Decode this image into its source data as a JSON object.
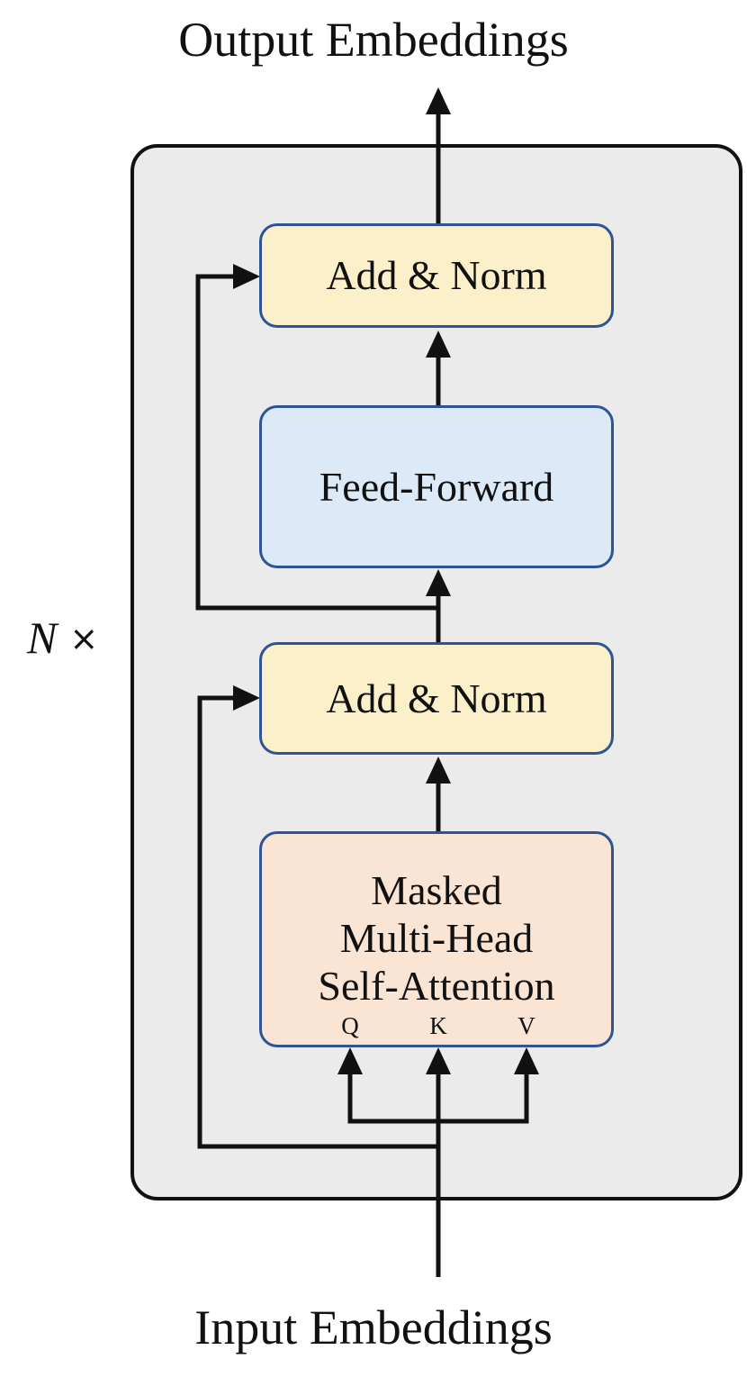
{
  "diagram": {
    "title_top": "Output Embeddings",
    "title_bottom": "Input Embeddings",
    "repeat": {
      "n": "N",
      "times": "×"
    },
    "blocks": [
      {
        "id": "add-norm-top",
        "label": "Add & Norm"
      },
      {
        "id": "feed-forward",
        "label": "Feed-Forward"
      },
      {
        "id": "add-norm-bottom",
        "label": "Add & Norm"
      },
      {
        "id": "masked-multi-head-self-attention",
        "label_lines": [
          "Masked",
          "Multi-Head",
          "Self-Attention"
        ],
        "inputs": [
          "Q",
          "K",
          "V"
        ]
      }
    ],
    "colors": {
      "outer_fill": "#EBEBEB",
      "add_norm_fill": "#FCF0CB",
      "feed_forward_fill": "#DCE9F7",
      "attention_fill": "#FAE4D4",
      "block_border": "#2F5496",
      "wire": "#111111"
    }
  }
}
